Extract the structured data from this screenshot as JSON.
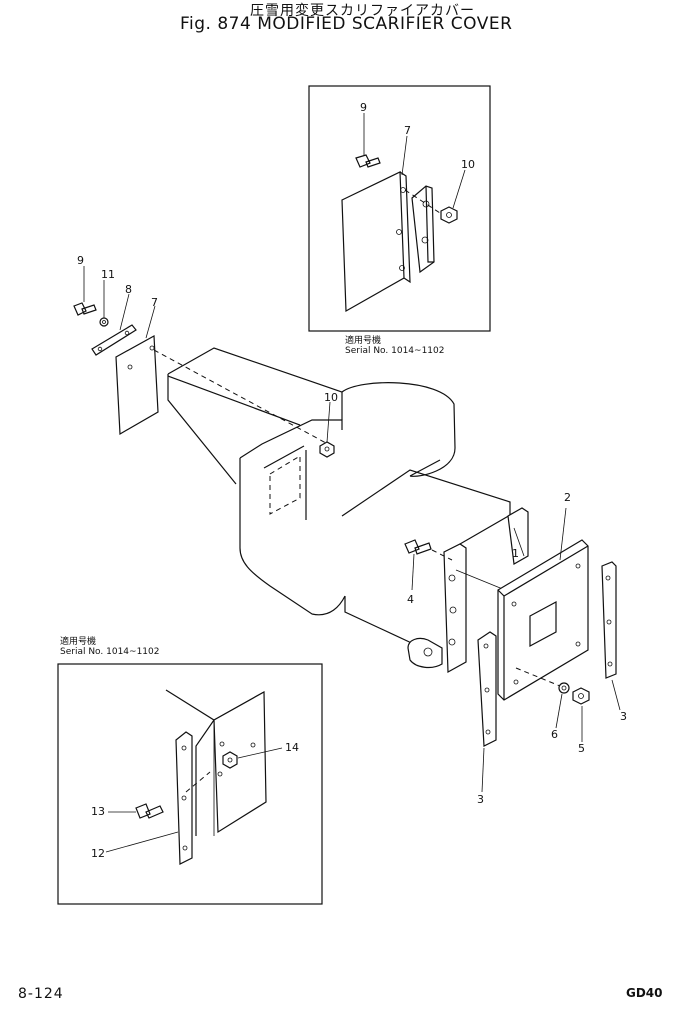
{
  "header": {
    "title_jp": "圧雪用変更スカリファイアカバー",
    "title_en": "Fig. 874 MODIFIED SCARIFIER COVER"
  },
  "callouts": {
    "main": [
      "9",
      "11",
      "8",
      "7",
      "10",
      "2",
      "1",
      "4",
      "3",
      "6",
      "5",
      "3"
    ],
    "inset_top": [
      "9",
      "7",
      "10"
    ],
    "inset_bottom": [
      "14",
      "13",
      "12"
    ]
  },
  "insets": {
    "top_label_jp": "適用号機",
    "top_serial": "Serial No. 1014~1102",
    "bottom_label_jp": "適用号機",
    "bottom_serial": "Serial No. 1014~1102"
  },
  "footer": {
    "page_number": "8-124",
    "model": "GD40"
  }
}
